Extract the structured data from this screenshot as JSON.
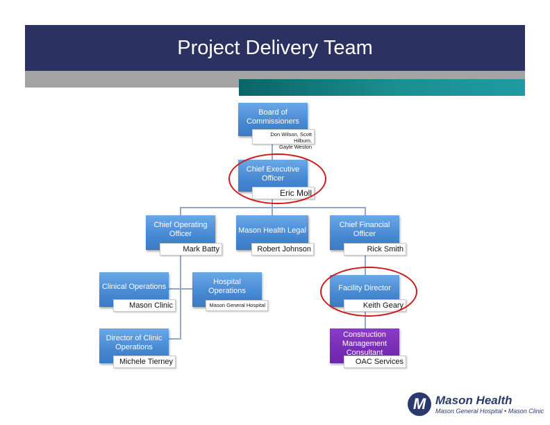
{
  "header": {
    "title": "Project Delivery Team"
  },
  "org_chart": {
    "board": {
      "role": "Board of\nCommissioners",
      "name": "Don Wilson, Scott Hilburn,\nGayle Weston"
    },
    "ceo": {
      "role": "Chief Executive\nOfficer",
      "name": "Eric Moll"
    },
    "coo": {
      "role": "Chief Operating\nOfficer",
      "name": "Mark Batty"
    },
    "legal": {
      "role": "Mason Health Legal",
      "name": "Robert Johnson"
    },
    "cfo": {
      "role": "Chief Financial\nOfficer",
      "name": "Rick Smith"
    },
    "clinical_ops": {
      "role": "Clinical Operations",
      "name": "Mason Clinic"
    },
    "hospital_ops": {
      "role": "Hospital\nOperations",
      "name": "Mason General Hospital"
    },
    "facility_director": {
      "role": "Facility Director",
      "name": "Keith Geary"
    },
    "clinic_director": {
      "role": "Director of Clinic\nOperations",
      "name": "Michele Tierney"
    },
    "construction": {
      "role": "Construction\nManagement\nConsultant",
      "name": "OAC Services"
    }
  },
  "logo": {
    "mark": "M",
    "name": "Mason Health",
    "subtitle": "Mason General Hospital • Mason Clinic"
  },
  "colors": {
    "title_bar": "#2b3160",
    "box_blue": "#4a8ad4",
    "box_purple": "#7b2fb8",
    "highlight": "#d01818",
    "teal": "#1b8f90"
  }
}
